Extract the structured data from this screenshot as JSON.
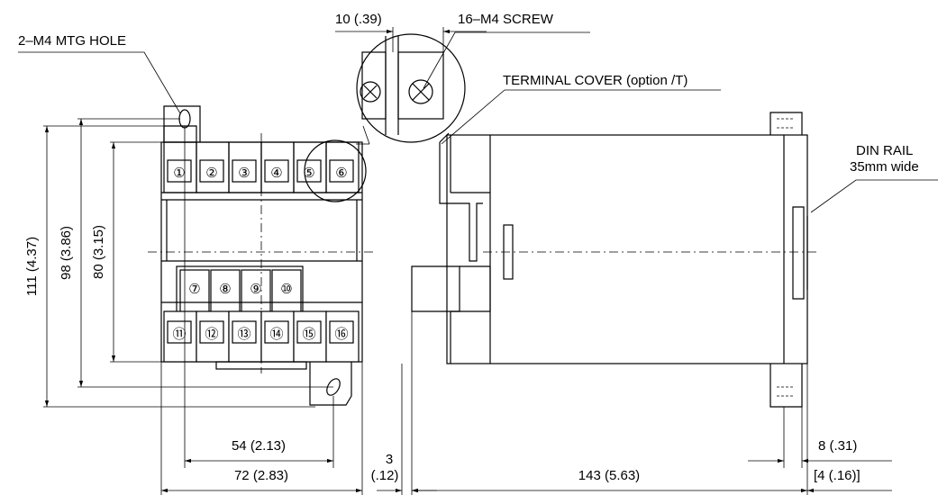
{
  "callouts": {
    "mtg_hole": "2–M4 MTG HOLE",
    "screw": "16–M4 SCREW",
    "terminal_cover": "TERMINAL COVER (option /T)",
    "din_rail_line1": "DIN RAIL",
    "din_rail_line2": "35mm wide"
  },
  "dimensions": {
    "pitch": "10 (.39)",
    "height_overall": "111 (4.37)",
    "height_holes": "98 (3.86)",
    "height_body": "80 (3.15)",
    "width_holes": "54 (2.13)",
    "width_overall": "72 (2.83)",
    "gap_value": "3",
    "gap_inch": "(.12)",
    "depth": "143 (5.63)",
    "rail_offset": "8 (.31)",
    "rail_extra": "[4 (.16)]"
  },
  "terminals": {
    "top_row": [
      "①",
      "②",
      "③",
      "④",
      "⑤",
      "⑥"
    ],
    "middle_row": [
      "⑦",
      "⑧",
      "⑨",
      "⑩"
    ],
    "bottom_row": [
      "⑪",
      "⑫",
      "⑬",
      "⑭",
      "⑮",
      "⑯"
    ]
  }
}
